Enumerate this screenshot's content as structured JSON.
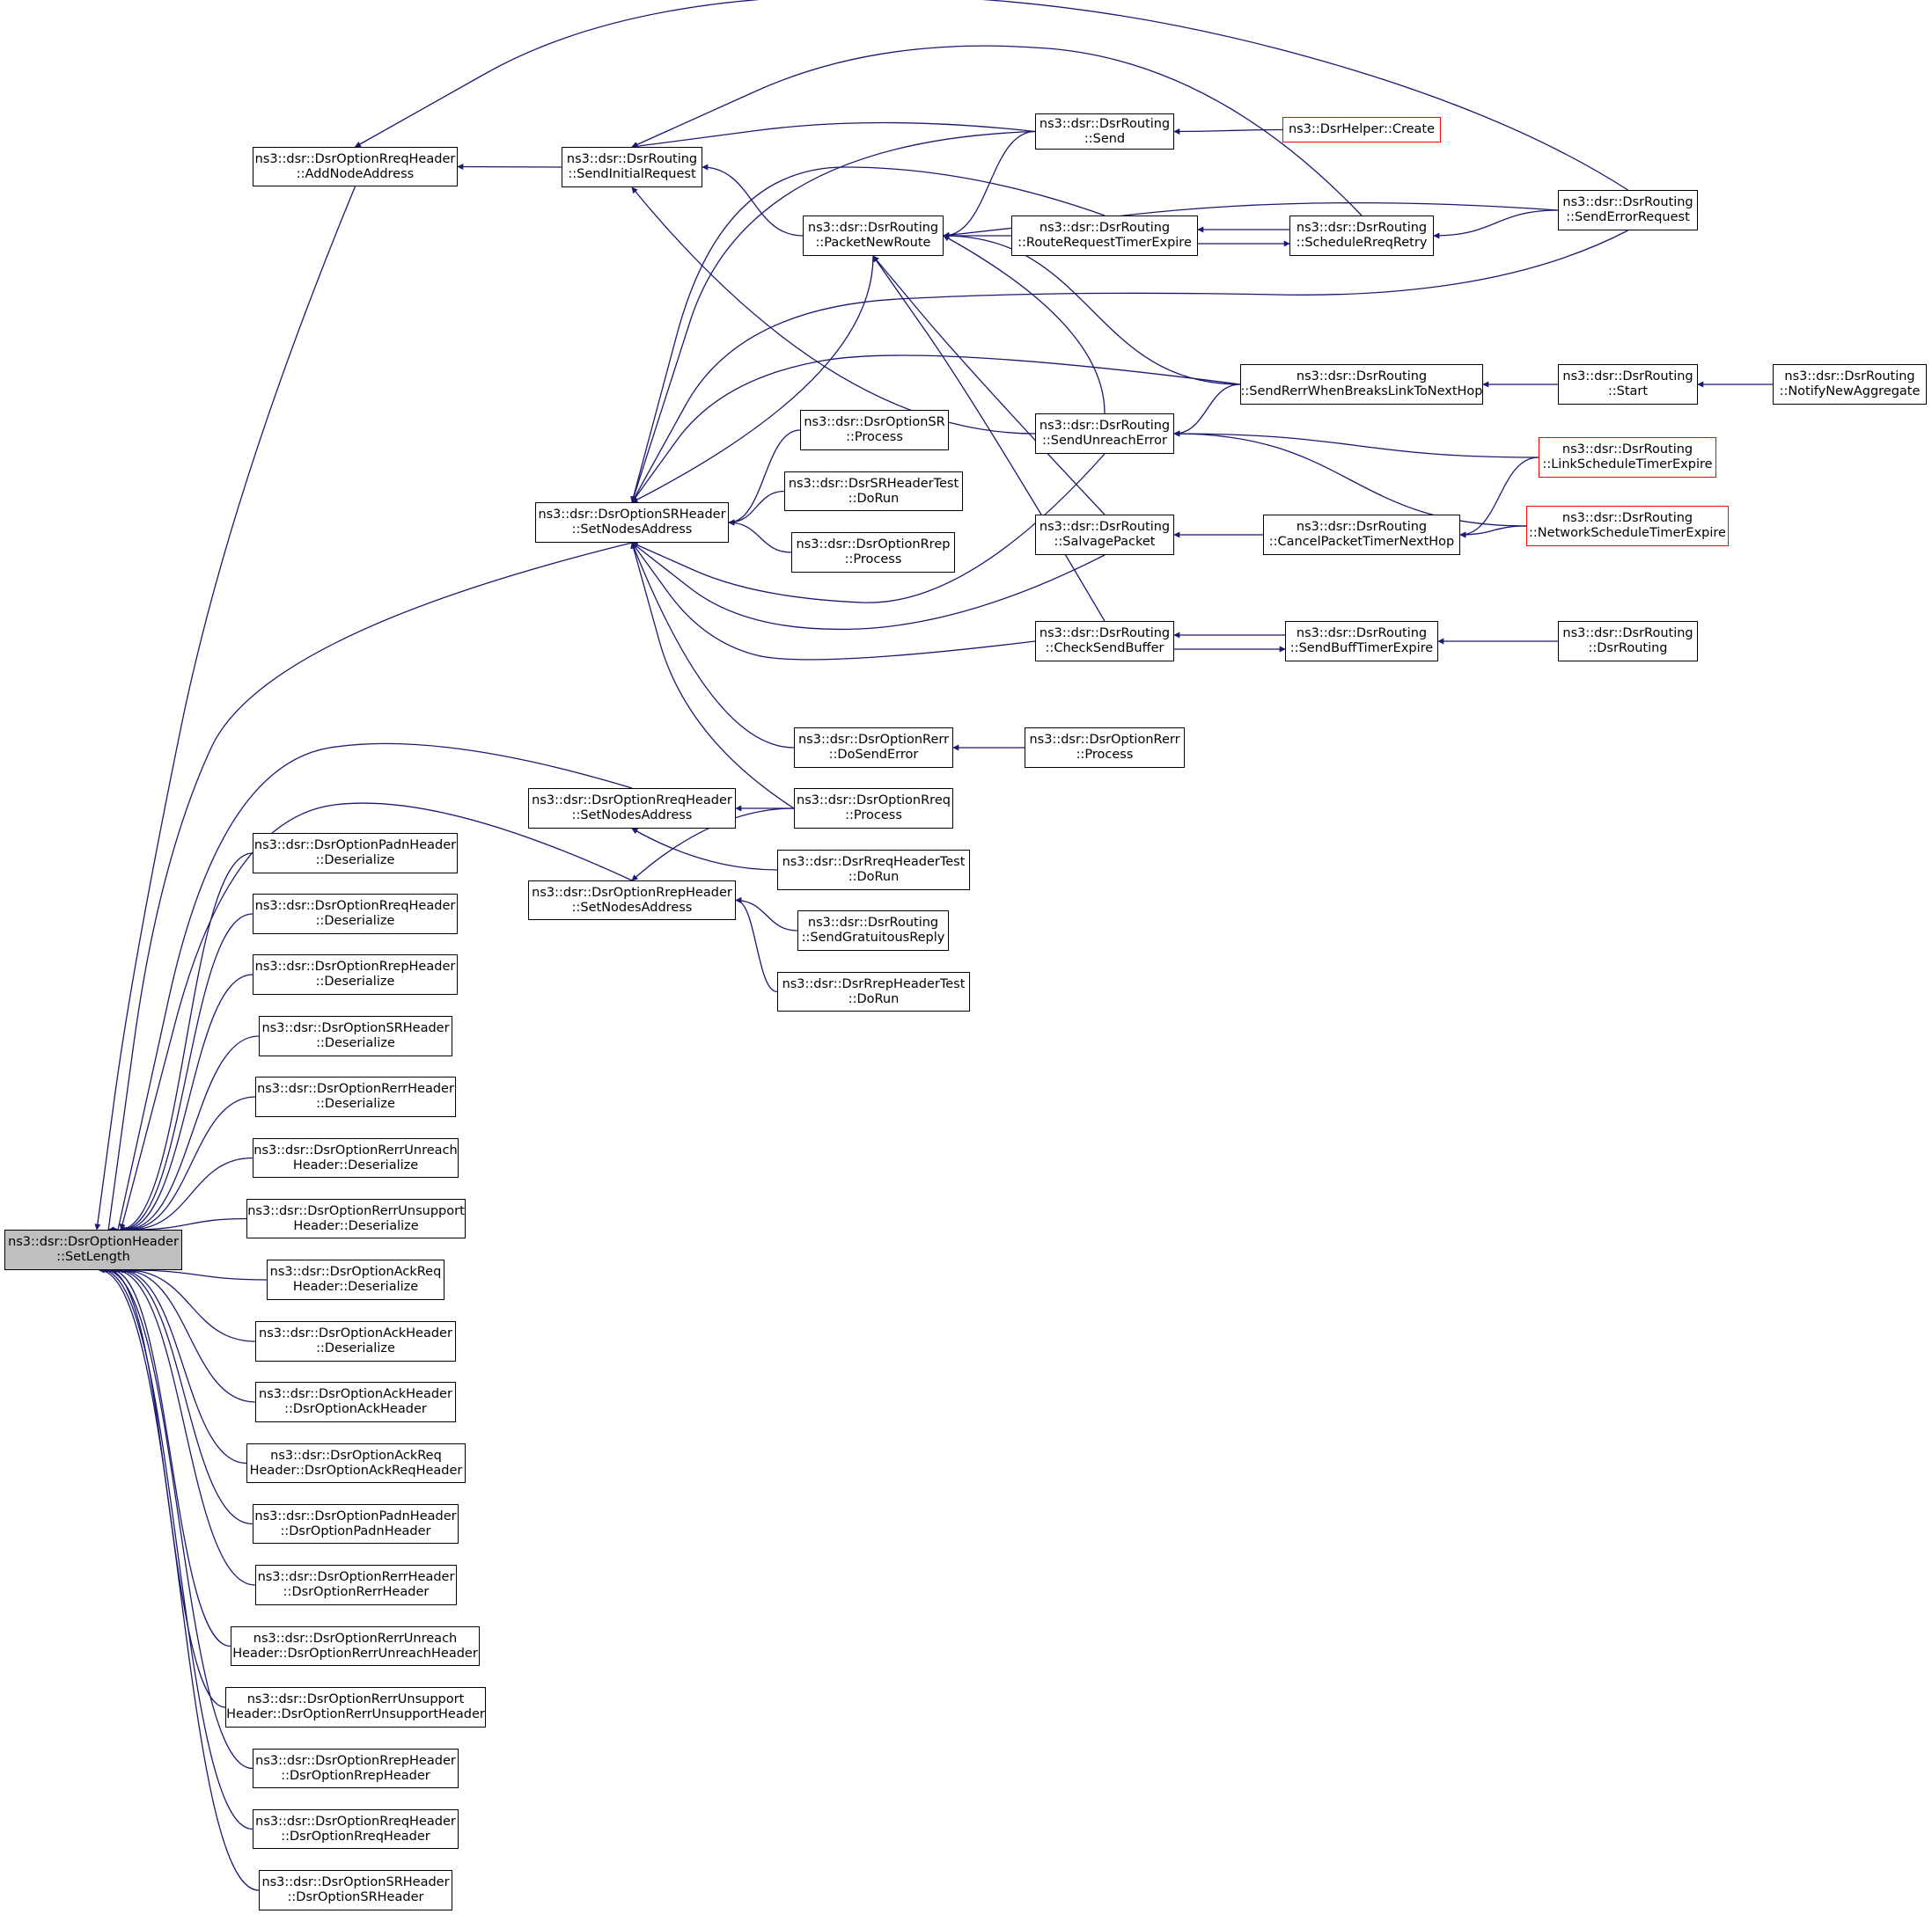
{
  "graph_title": "",
  "colors": {
    "edge": "#191970",
    "box_border": "#000000",
    "box_border_highlight": "#ff0000",
    "selected_fill": "#bfbfbf"
  },
  "nodes": [
    {
      "id": "n0",
      "l1": "ns3::dsr::DsrOptionHeader",
      "l2": "::SetLength",
      "selected": true
    },
    {
      "id": "n1",
      "l1": "ns3::dsr::DsrOptionRreqHeader",
      "l2": "::AddNodeAddress"
    },
    {
      "id": "n2",
      "l1": "ns3::dsr::DsrOptionSRHeader",
      "l2": "::SetNodesAddress"
    },
    {
      "id": "n3",
      "l1": "ns3::dsr::DsrOptionRreqHeader",
      "l2": "::SetNodesAddress"
    },
    {
      "id": "n4",
      "l1": "ns3::dsr::DsrOptionRrepHeader",
      "l2": "::SetNodesAddress"
    },
    {
      "id": "n5",
      "l1": "ns3::dsr::DsrOptionPadnHeader",
      "l2": "::Deserialize"
    },
    {
      "id": "n6",
      "l1": "ns3::dsr::DsrOptionRreqHeader",
      "l2": "::Deserialize"
    },
    {
      "id": "n7",
      "l1": "ns3::dsr::DsrOptionRrepHeader",
      "l2": "::Deserialize"
    },
    {
      "id": "n8",
      "l1": "ns3::dsr::DsrOptionSRHeader",
      "l2": "::Deserialize"
    },
    {
      "id": "n9",
      "l1": "ns3::dsr::DsrOptionRerrHeader",
      "l2": "::Deserialize"
    },
    {
      "id": "n10",
      "l1": "ns3::dsr::DsrOptionRerrUnreach",
      "l2": "Header::Deserialize"
    },
    {
      "id": "n11",
      "l1": "ns3::dsr::DsrOptionRerrUnsupport",
      "l2": "Header::Deserialize"
    },
    {
      "id": "n12",
      "l1": "ns3::dsr::DsrOptionAckReq",
      "l2": "Header::Deserialize"
    },
    {
      "id": "n13",
      "l1": "ns3::dsr::DsrOptionAckHeader",
      "l2": "::Deserialize"
    },
    {
      "id": "n14",
      "l1": "ns3::dsr::DsrOptionAckHeader",
      "l2": "::DsrOptionAckHeader"
    },
    {
      "id": "n15",
      "l1": "ns3::dsr::DsrOptionAckReq",
      "l2": "Header::DsrOptionAckReqHeader"
    },
    {
      "id": "n16",
      "l1": "ns3::dsr::DsrOptionPadnHeader",
      "l2": "::DsrOptionPadnHeader"
    },
    {
      "id": "n17",
      "l1": "ns3::dsr::DsrOptionRerrHeader",
      "l2": "::DsrOptionRerrHeader"
    },
    {
      "id": "n18",
      "l1": "ns3::dsr::DsrOptionRerrUnreach",
      "l2": "Header::DsrOptionRerrUnreachHeader"
    },
    {
      "id": "n19",
      "l1": "ns3::dsr::DsrOptionRerrUnsupport",
      "l2": "Header::DsrOptionRerrUnsupportHeader"
    },
    {
      "id": "n20",
      "l1": "ns3::dsr::DsrOptionRrepHeader",
      "l2": "::DsrOptionRrepHeader"
    },
    {
      "id": "n21",
      "l1": "ns3::dsr::DsrOptionRreqHeader",
      "l2": "::DsrOptionRreqHeader"
    },
    {
      "id": "n22",
      "l1": "ns3::dsr::DsrOptionSRHeader",
      "l2": "::DsrOptionSRHeader"
    },
    {
      "id": "n23",
      "l1": "ns3::dsr::DsrRouting",
      "l2": "::SendInitialRequest"
    },
    {
      "id": "n24",
      "l1": "ns3::dsr::DsrRouting",
      "l2": "::PacketNewRoute"
    },
    {
      "id": "n25",
      "l1": "ns3::dsr::DsrOptionSR",
      "l2": "::Process"
    },
    {
      "id": "n26",
      "l1": "ns3::dsr::DsrSRHeaderTest",
      "l2": "::DoRun"
    },
    {
      "id": "n27",
      "l1": "ns3::dsr::DsrOptionRrep",
      "l2": "::Process"
    },
    {
      "id": "n28",
      "l1": "ns3::dsr::DsrOptionRerr",
      "l2": "::DoSendError"
    },
    {
      "id": "n29",
      "l1": "ns3::dsr::DsrOptionRreq",
      "l2": "::Process"
    },
    {
      "id": "n30",
      "l1": "ns3::dsr::DsrRreqHeaderTest",
      "l2": "::DoRun"
    },
    {
      "id": "n31",
      "l1": "ns3::dsr::DsrRouting",
      "l2": "::SendGratuitousReply"
    },
    {
      "id": "n32",
      "l1": "ns3::dsr::DsrRrepHeaderTest",
      "l2": "::DoRun"
    },
    {
      "id": "n33",
      "l1": "ns3::dsr::DsrRouting",
      "l2": "::Send"
    },
    {
      "id": "n34",
      "l1": "ns3::dsr::DsrRouting",
      "l2": "::RouteRequestTimerExpire"
    },
    {
      "id": "n35",
      "l1": "ns3::dsr::DsrRouting",
      "l2": "::SendUnreachError"
    },
    {
      "id": "n36",
      "l1": "ns3::dsr::DsrRouting",
      "l2": "::SalvagePacket"
    },
    {
      "id": "n37",
      "l1": "ns3::dsr::DsrRouting",
      "l2": "::CheckSendBuffer"
    },
    {
      "id": "n38",
      "l1": "ns3::dsr::DsrOptionRerr",
      "l2": "::Process"
    },
    {
      "id": "n39",
      "l1": "ns3::DsrHelper::Create",
      "l2": "",
      "highlight": true
    },
    {
      "id": "n40",
      "l1": "ns3::dsr::DsrRouting",
      "l2": "::ScheduleRreqRetry"
    },
    {
      "id": "n41",
      "l1": "ns3::dsr::DsrRouting",
      "l2": "::SendRerrWhenBreaksLinkToNextHop"
    },
    {
      "id": "n42",
      "l1": "ns3::dsr::DsrRouting",
      "l2": "::CancelPacketTimerNextHop"
    },
    {
      "id": "n43",
      "l1": "ns3::dsr::DsrRouting",
      "l2": "::SendBuffTimerExpire"
    },
    {
      "id": "n44",
      "l1": "ns3::dsr::DsrRouting",
      "l2": "::SendErrorRequest"
    },
    {
      "id": "n45",
      "l1": "ns3::dsr::DsrRouting",
      "l2": "::Start"
    },
    {
      "id": "n46",
      "l1": "ns3::dsr::DsrRouting",
      "l2": "::LinkScheduleTimerExpire",
      "highlight": true
    },
    {
      "id": "n47",
      "l1": "ns3::dsr::DsrRouting",
      "l2": "::NetworkScheduleTimerExpire",
      "highlight": true
    },
    {
      "id": "n48",
      "l1": "ns3::dsr::DsrRouting",
      "l2": "::DsrRouting"
    },
    {
      "id": "n49",
      "l1": "ns3::dsr::DsrRouting",
      "l2": "::NotifyNewAggregate"
    }
  ],
  "edges": [
    {
      "from": "n1",
      "to": "n0"
    },
    {
      "from": "n2",
      "to": "n0"
    },
    {
      "from": "n3",
      "to": "n0"
    },
    {
      "from": "n4",
      "to": "n0"
    },
    {
      "from": "n5",
      "to": "n0"
    },
    {
      "from": "n6",
      "to": "n0"
    },
    {
      "from": "n7",
      "to": "n0"
    },
    {
      "from": "n8",
      "to": "n0"
    },
    {
      "from": "n9",
      "to": "n0"
    },
    {
      "from": "n10",
      "to": "n0"
    },
    {
      "from": "n11",
      "to": "n0"
    },
    {
      "from": "n12",
      "to": "n0"
    },
    {
      "from": "n13",
      "to": "n0"
    },
    {
      "from": "n14",
      "to": "n0"
    },
    {
      "from": "n15",
      "to": "n0"
    },
    {
      "from": "n16",
      "to": "n0"
    },
    {
      "from": "n17",
      "to": "n0"
    },
    {
      "from": "n18",
      "to": "n0"
    },
    {
      "from": "n19",
      "to": "n0"
    },
    {
      "from": "n20",
      "to": "n0"
    },
    {
      "from": "n21",
      "to": "n0"
    },
    {
      "from": "n22",
      "to": "n0"
    },
    {
      "from": "n23",
      "to": "n1"
    },
    {
      "from": "n44",
      "to": "n1"
    },
    {
      "from": "n33",
      "to": "n23"
    },
    {
      "from": "n40",
      "to": "n23"
    },
    {
      "from": "n24",
      "to": "n23"
    },
    {
      "from": "n35",
      "to": "n23"
    },
    {
      "from": "n39",
      "to": "n33"
    },
    {
      "from": "n33",
      "to": "n24"
    },
    {
      "from": "n34",
      "to": "n24"
    },
    {
      "from": "n44",
      "to": "n24"
    },
    {
      "from": "n41",
      "to": "n24"
    },
    {
      "from": "n35",
      "to": "n24"
    },
    {
      "from": "n36",
      "to": "n24"
    },
    {
      "from": "n37",
      "to": "n24"
    },
    {
      "from": "n40",
      "to": "n34"
    },
    {
      "from": "n34",
      "to": "n40"
    },
    {
      "from": "n44",
      "to": "n40"
    },
    {
      "from": "n33",
      "to": "n2"
    },
    {
      "from": "n34",
      "to": "n2"
    },
    {
      "from": "n24",
      "to": "n2"
    },
    {
      "from": "n44",
      "to": "n2"
    },
    {
      "from": "n41",
      "to": "n2"
    },
    {
      "from": "n25",
      "to": "n2"
    },
    {
      "from": "n26",
      "to": "n2"
    },
    {
      "from": "n27",
      "to": "n2"
    },
    {
      "from": "n35",
      "to": "n2"
    },
    {
      "from": "n36",
      "to": "n2"
    },
    {
      "from": "n37",
      "to": "n2"
    },
    {
      "from": "n28",
      "to": "n2"
    },
    {
      "from": "n29",
      "to": "n2"
    },
    {
      "from": "n41",
      "to": "n35"
    },
    {
      "from": "n46",
      "to": "n35"
    },
    {
      "from": "n47",
      "to": "n35"
    },
    {
      "from": "n45",
      "to": "n41"
    },
    {
      "from": "n49",
      "to": "n45"
    },
    {
      "from": "n42",
      "to": "n36"
    },
    {
      "from": "n46",
      "to": "n42"
    },
    {
      "from": "n47",
      "to": "n42"
    },
    {
      "from": "n43",
      "to": "n37"
    },
    {
      "from": "n37",
      "to": "n43"
    },
    {
      "from": "n48",
      "to": "n43"
    },
    {
      "from": "n38",
      "to": "n28"
    },
    {
      "from": "n29",
      "to": "n3"
    },
    {
      "from": "n30",
      "to": "n3"
    },
    {
      "from": "n29",
      "to": "n4"
    },
    {
      "from": "n31",
      "to": "n4"
    },
    {
      "from": "n32",
      "to": "n4"
    }
  ]
}
